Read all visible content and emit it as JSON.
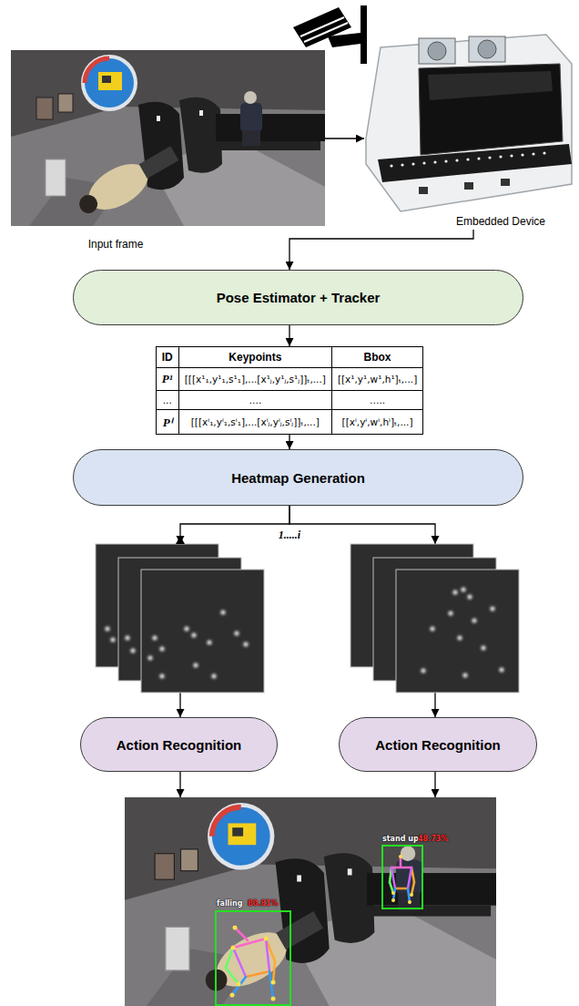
{
  "diagram": {
    "nodes": [
      {
        "text": [
          "Input frame"
        ]
      },
      {
        "text": [
          "Embedded Device"
        ]
      },
      {
        "text": [
          "Pose Estimator + Tracker"
        ]
      },
      {
        "text": [
          "ID",
          "Keypoints",
          "Bbox",
          "P¹",
          "[[[x¹₁,y¹₁,s¹₁],...[x¹ⱼ,y¹ⱼ,s¹ⱼ]]ₜ,...]",
          "[[x¹,y¹,w¹,h¹]ₜ,...]",
          "...",
          "….",
          "…..",
          "Pⁱ",
          "[[[xⁱ₁,yⁱ₁,sⁱ₁],...[xⁱⱼ,yⁱⱼ,sⁱⱼ]]ₜ,...]",
          "[[xⁱ,yⁱ,wⁱ,hⁱ]ₜ,...]"
        ]
      },
      {
        "text": [
          "Heatmap Generation"
        ]
      },
      {
        "text": [
          "Action Recognition"
        ]
      },
      {
        "text": [
          "Action Recognition"
        ]
      },
      {
        "text": [
          "stand up",
          "48.73%",
          "falling",
          "80.81%"
        ]
      }
    ],
    "edges": [
      {
        "from": 0,
        "to": 1,
        "arrow": "to"
      },
      {
        "from": 1,
        "to": 2,
        "arrow": "to"
      },
      {
        "from": 2,
        "to": 3,
        "arrow": "to"
      },
      {
        "from": 3,
        "to": 4,
        "arrow": "to"
      },
      {
        "from": 4,
        "to": 5,
        "arrow": "to"
      },
      {
        "from": 4,
        "to": 6,
        "arrow": "to"
      },
      {
        "from": 5,
        "to": 7,
        "arrow": "to"
      },
      {
        "from": 6,
        "to": 7,
        "arrow": "to"
      }
    ],
    "labels": [
      "1.....i"
    ]
  }
}
